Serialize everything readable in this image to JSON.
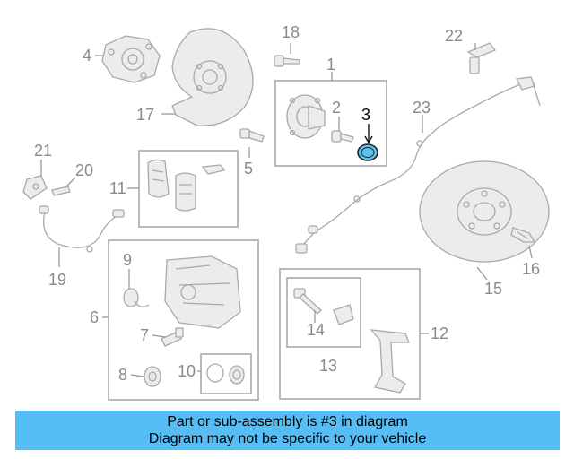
{
  "callouts": {
    "c1": "1",
    "c2": "2",
    "c3": "3",
    "c4": "4",
    "c5": "5",
    "c6": "6",
    "c7": "7",
    "c8": "8",
    "c9": "9",
    "c10": "10",
    "c11": "11",
    "c12": "12",
    "c13": "13",
    "c14": "14",
    "c15": "15",
    "c16": "16",
    "c17": "17",
    "c18": "18",
    "c19": "19",
    "c20": "20",
    "c21": "21",
    "c22": "22",
    "c23": "23"
  },
  "highlight": {
    "part": "3",
    "color": "#5bc4f0"
  },
  "banner": {
    "line1": "Part or sub-assembly is #3 in diagram",
    "line2": "Diagram may not be specific to your vehicle",
    "color": "#56bdf5"
  }
}
